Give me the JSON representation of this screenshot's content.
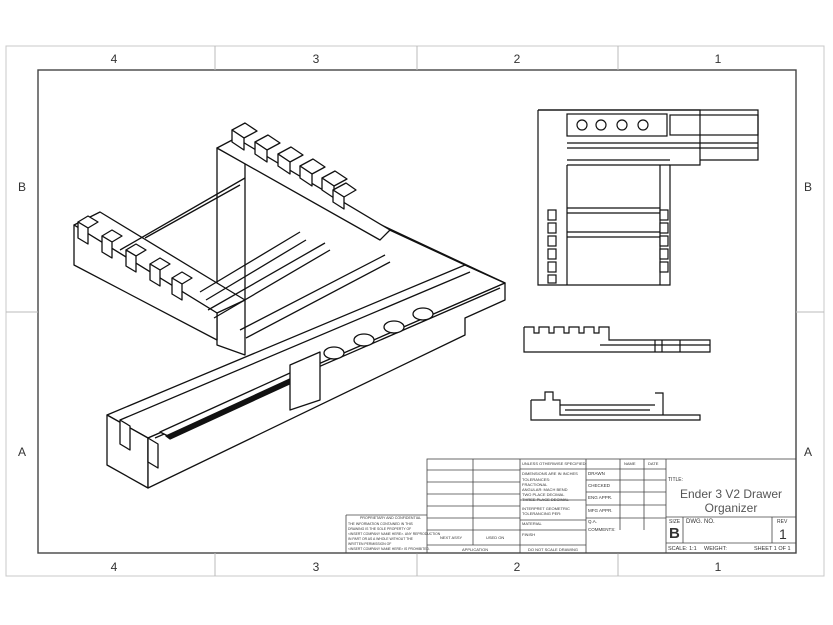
{
  "zones": {
    "columns": [
      "4",
      "3",
      "2",
      "1"
    ],
    "rows": [
      "B",
      "A"
    ]
  },
  "title_block": {
    "title_label": "TITLE:",
    "title_line1": "Ender 3 V2 Drawer",
    "title_line2": "Organizer",
    "size_label": "SIZE",
    "size_value": "B",
    "dwg_no_label": "DWG. NO.",
    "rev_label": "REV",
    "rev_value": "1",
    "scale": "SCALE: 1:1",
    "weight_label": "WEIGHT:",
    "sheet": "SHEET 1 OF 1",
    "name_header": "NAME",
    "date_header": "DATE",
    "unless_specified": "UNLESS OTHERWISE SPECIFIED:",
    "dims_note": "DIMENSIONS ARE IN INCHES",
    "tolerances": "TOLERANCES:",
    "fractional": "FRACTIONAL",
    "angular": "ANGULAR: MACH    BEND",
    "two_place": "TWO PLACE DECIMAL",
    "three_place": "THREE PLACE DECIMAL",
    "geometric": "INTERPRET GEOMETRIC",
    "tolerancing": "TOLERANCING PER:",
    "material": "MATERIAL",
    "finish": "FINISH",
    "drawn": "DRAWN",
    "checked": "CHECKED",
    "eng_appr": "ENG APPR.",
    "mfg_appr": "MFG APPR.",
    "qa": "Q.A.",
    "comments": "COMMENTS:",
    "next_assy": "NEXT ASSY",
    "used_on": "USED ON",
    "application": "APPLICATION",
    "do_not_scale": "DO NOT SCALE DRAWING",
    "proprietary_title": "PROPRIETARY AND CONFIDENTIAL",
    "proprietary_lines": [
      "THE INFORMATION CONTAINED IN THIS",
      "DRAWING IS THE SOLE PROPERTY OF",
      "<INSERT COMPANY NAME HERE>. ANY REPRODUCTION",
      "IN PART OR AS A WHOLE WITHOUT THE",
      "WRITTEN PERMISSION OF",
      "<INSERT COMPANY NAME HERE> IS PROHIBITED."
    ]
  },
  "views": [
    "isometric-view",
    "top-view",
    "front-view",
    "section-view"
  ]
}
